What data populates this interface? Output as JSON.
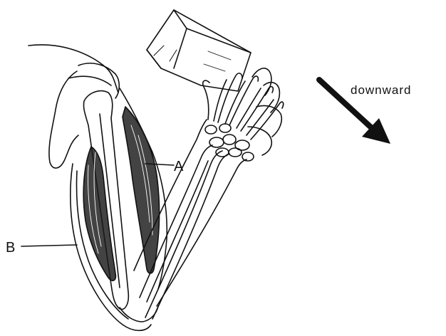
{
  "labels": {
    "a": "A",
    "b": "B",
    "direction": "downward"
  },
  "colors": {
    "ink": "#111111",
    "paper": "#ffffff"
  },
  "icons": {
    "direction_arrow": "arrow-down-right-icon"
  }
}
